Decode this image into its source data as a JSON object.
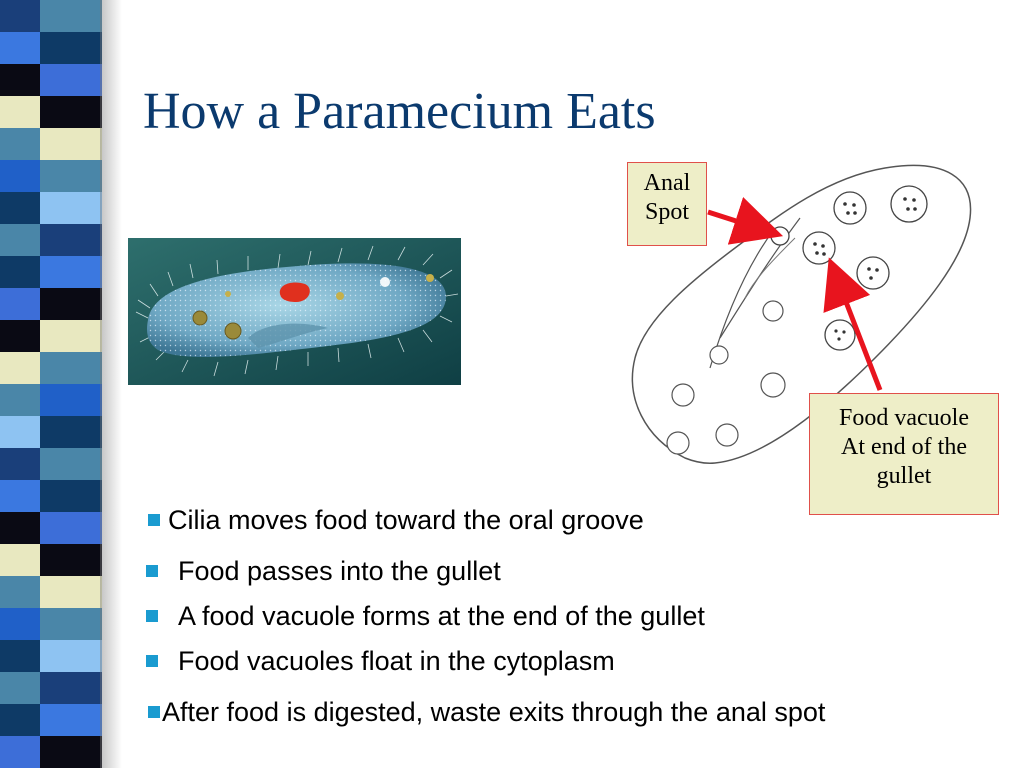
{
  "slide": {
    "title": "How a Paramecium Eats"
  },
  "labels": {
    "anal_spot": [
      "Anal",
      "Spot"
    ],
    "food_vacuole": [
      "Food vacuole",
      "At end of the",
      "gullet"
    ]
  },
  "bullets": [
    "Cilia moves food toward the oral groove",
    "Food passes into the gullet",
    "A food vacuole forms at the end of the gullet",
    "Food vacuoles float in the cytoplasm",
    "After food is digested, waste exits through the anal spot"
  ],
  "colors": {
    "title": "#0b3a6e",
    "bullet_marker": "#1a9bd0",
    "label_fill": "#eeeec8",
    "label_border": "#e0504a",
    "arrow": "#e8141e"
  }
}
